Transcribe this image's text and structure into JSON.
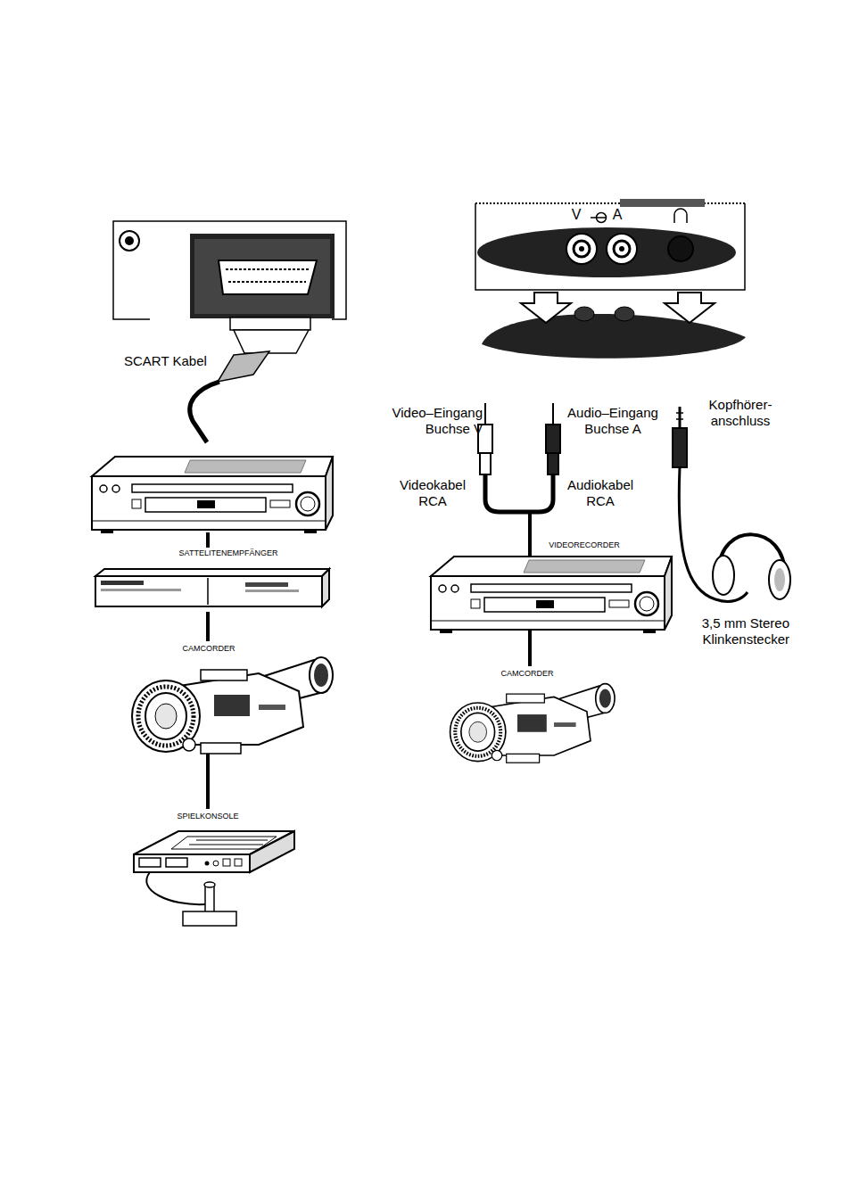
{
  "diagram": {
    "nodes": [
      {
        "text": [
          "SATTELITENEMPFÄNGER"
        ]
      },
      {
        "text": [
          "CAMCORDER"
        ]
      },
      {
        "text": [
          "SPIELKONSOLE"
        ]
      },
      {
        "text": [
          "VIDEORECORDER"
        ]
      },
      {
        "text": [
          "CAMCORDER"
        ]
      }
    ],
    "edges": [
      {
        "from": 0,
        "to": 1,
        "arrow": "none"
      },
      {
        "from": 1,
        "to": 2,
        "arrow": "none"
      },
      {
        "from": 3,
        "to": 4,
        "arrow": "none"
      }
    ],
    "labels": [
      "SCART Kabel",
      "V",
      "A",
      "Video–Eingang Buchse V",
      "Audio–Eingang Buchse A",
      "Kopfhörer- anschluss",
      "Videokabel RCA",
      "Audiokabel RCA",
      "3,5 mm Stereo Klinkenstecker"
    ]
  }
}
